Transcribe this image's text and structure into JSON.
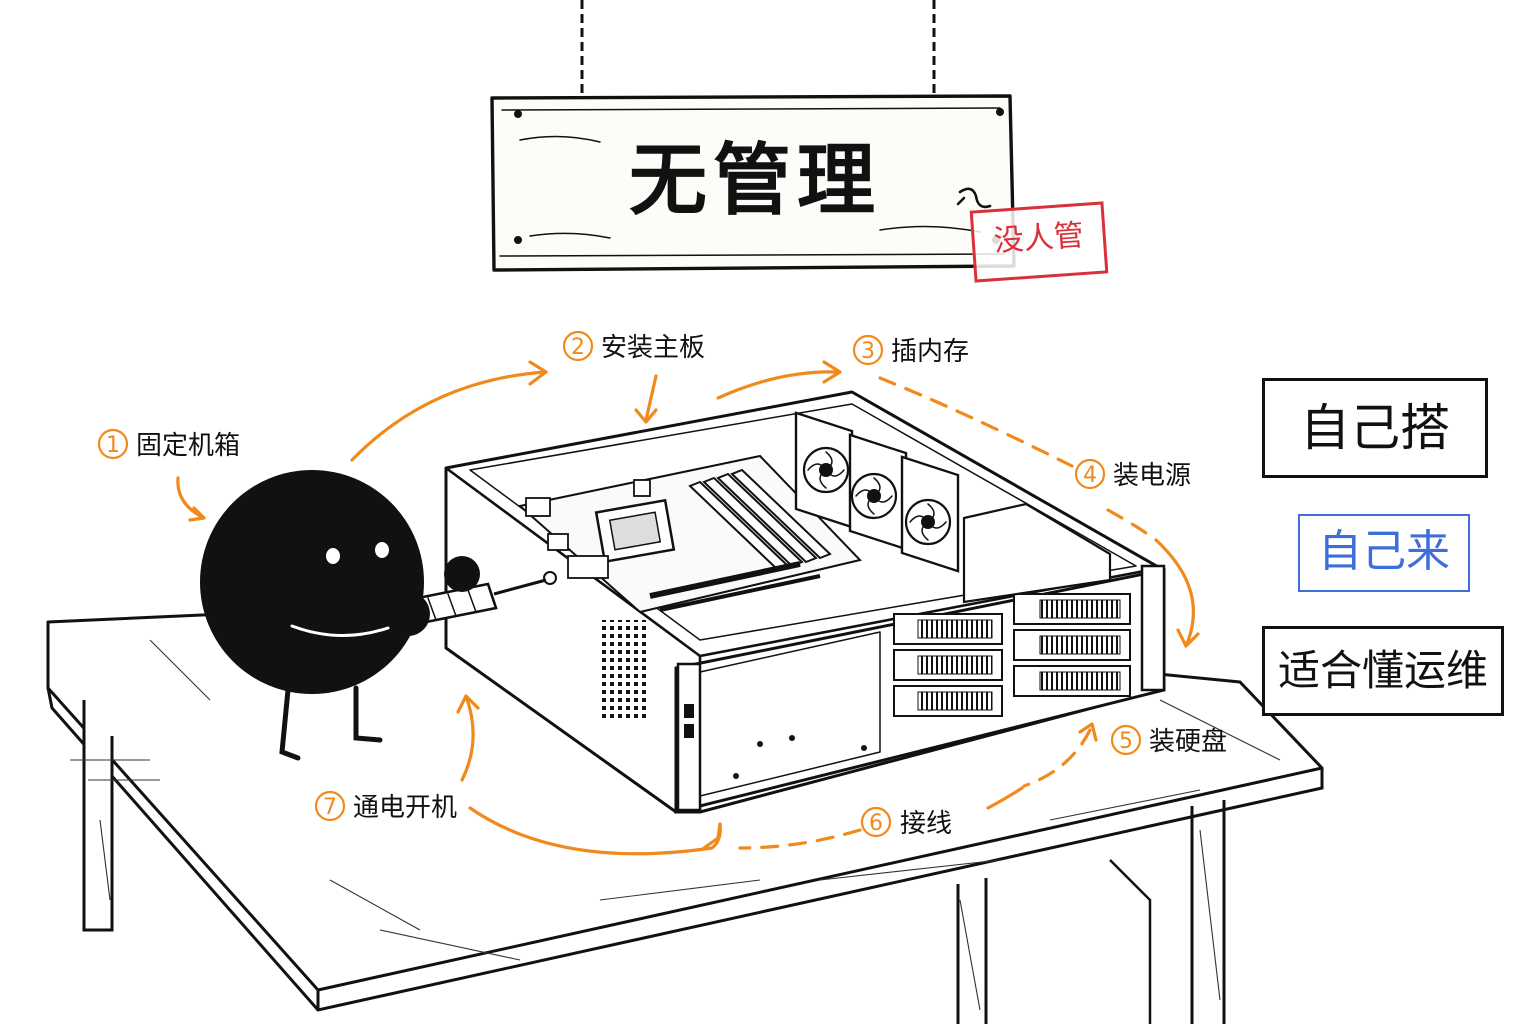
{
  "sign": {
    "title": "无管理",
    "stamp": "没人管"
  },
  "steps": [
    {
      "num": "1",
      "label": "固定机箱"
    },
    {
      "num": "2",
      "label": "安装主板"
    },
    {
      "num": "3",
      "label": "插内存"
    },
    {
      "num": "4",
      "label": "装电源"
    },
    {
      "num": "5",
      "label": "装硬盘"
    },
    {
      "num": "6",
      "label": "接线"
    },
    {
      "num": "7",
      "label": "通电开机"
    }
  ],
  "side_notes": [
    {
      "text": "自己搭",
      "color": "#111111"
    },
    {
      "text": "自己来",
      "color": "#3e6fd8"
    },
    {
      "text": "适合懂运维",
      "color": "#111111"
    }
  ],
  "colors": {
    "accent": "#f08a1c",
    "stamp": "#d9303a",
    "highlight": "#3e6fd8",
    "ink": "#111111"
  }
}
